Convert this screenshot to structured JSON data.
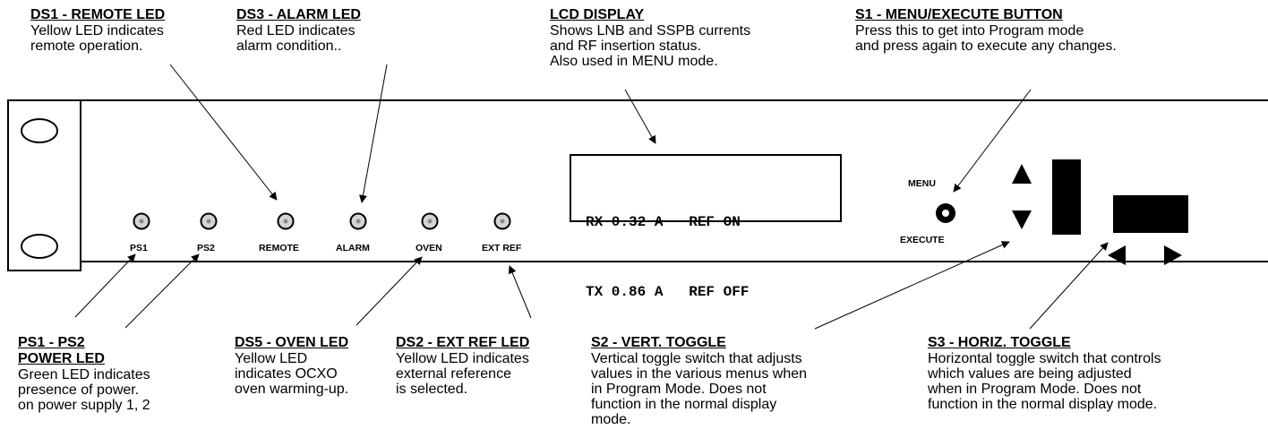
{
  "callouts": {
    "ds1": {
      "title": "DS1 - REMOTE LED",
      "desc": "Yellow LED indicates\nremote operation."
    },
    "ds3": {
      "title": "DS3 - ALARM LED",
      "desc": "Red LED indicates\nalarm condition.."
    },
    "lcd": {
      "title": "LCD DISPLAY",
      "desc": "Shows LNB and SSPB currents\nand RF insertion status.\nAlso used in MENU mode."
    },
    "s1": {
      "title": "S1 - MENU/EXECUTE BUTTON",
      "desc": "Press this to get into Program mode\nand press again to execute any changes."
    },
    "ps": {
      "title": "PS1 - PS2\nPOWER LED",
      "desc": "Green LED indicates\npresence of power.\non power supply 1, 2"
    },
    "ds5": {
      "title": "DS5 - OVEN LED",
      "desc": "Yellow LED\nindicates OCXO\noven warming-up."
    },
    "ds2": {
      "title": "DS2 - EXT REF LED",
      "desc": "Yellow LED indicates\nexternal reference\nis selected."
    },
    "s2": {
      "title": "S2 - VERT. TOGGLE",
      "desc": "Vertical toggle switch that adjusts\nvalues in the various menus when\nin Program Mode.  Does not\nfunction in the normal display\nmode."
    },
    "s3": {
      "title": "S3 - HORIZ. TOGGLE",
      "desc": "Horizontal toggle switch that controls\nwhich values are being adjusted\nwhen in Program Mode.  Does not\nfunction in the normal display mode."
    }
  },
  "panel": {
    "leds": [
      {
        "label": "PS1"
      },
      {
        "label": "PS2"
      },
      {
        "label": "REMOTE"
      },
      {
        "label": "ALARM"
      },
      {
        "label": "OVEN"
      },
      {
        "label": "EXT REF"
      }
    ],
    "lcd": {
      "line1": "RX 0.32 A   REF ON",
      "line2": "TX 0.86 A   REF OFF"
    },
    "menu_label": "MENU",
    "execute_label": "EXECUTE"
  },
  "colors": {
    "led_fill": "#d4d4d4",
    "led_center": "#8a8a8a",
    "line": "#000000"
  },
  "icons": {
    "up_arrow": "triangle-up-icon",
    "down_arrow": "triangle-down-icon",
    "left_arrow": "triangle-left-icon",
    "right_arrow": "triangle-right-icon"
  }
}
